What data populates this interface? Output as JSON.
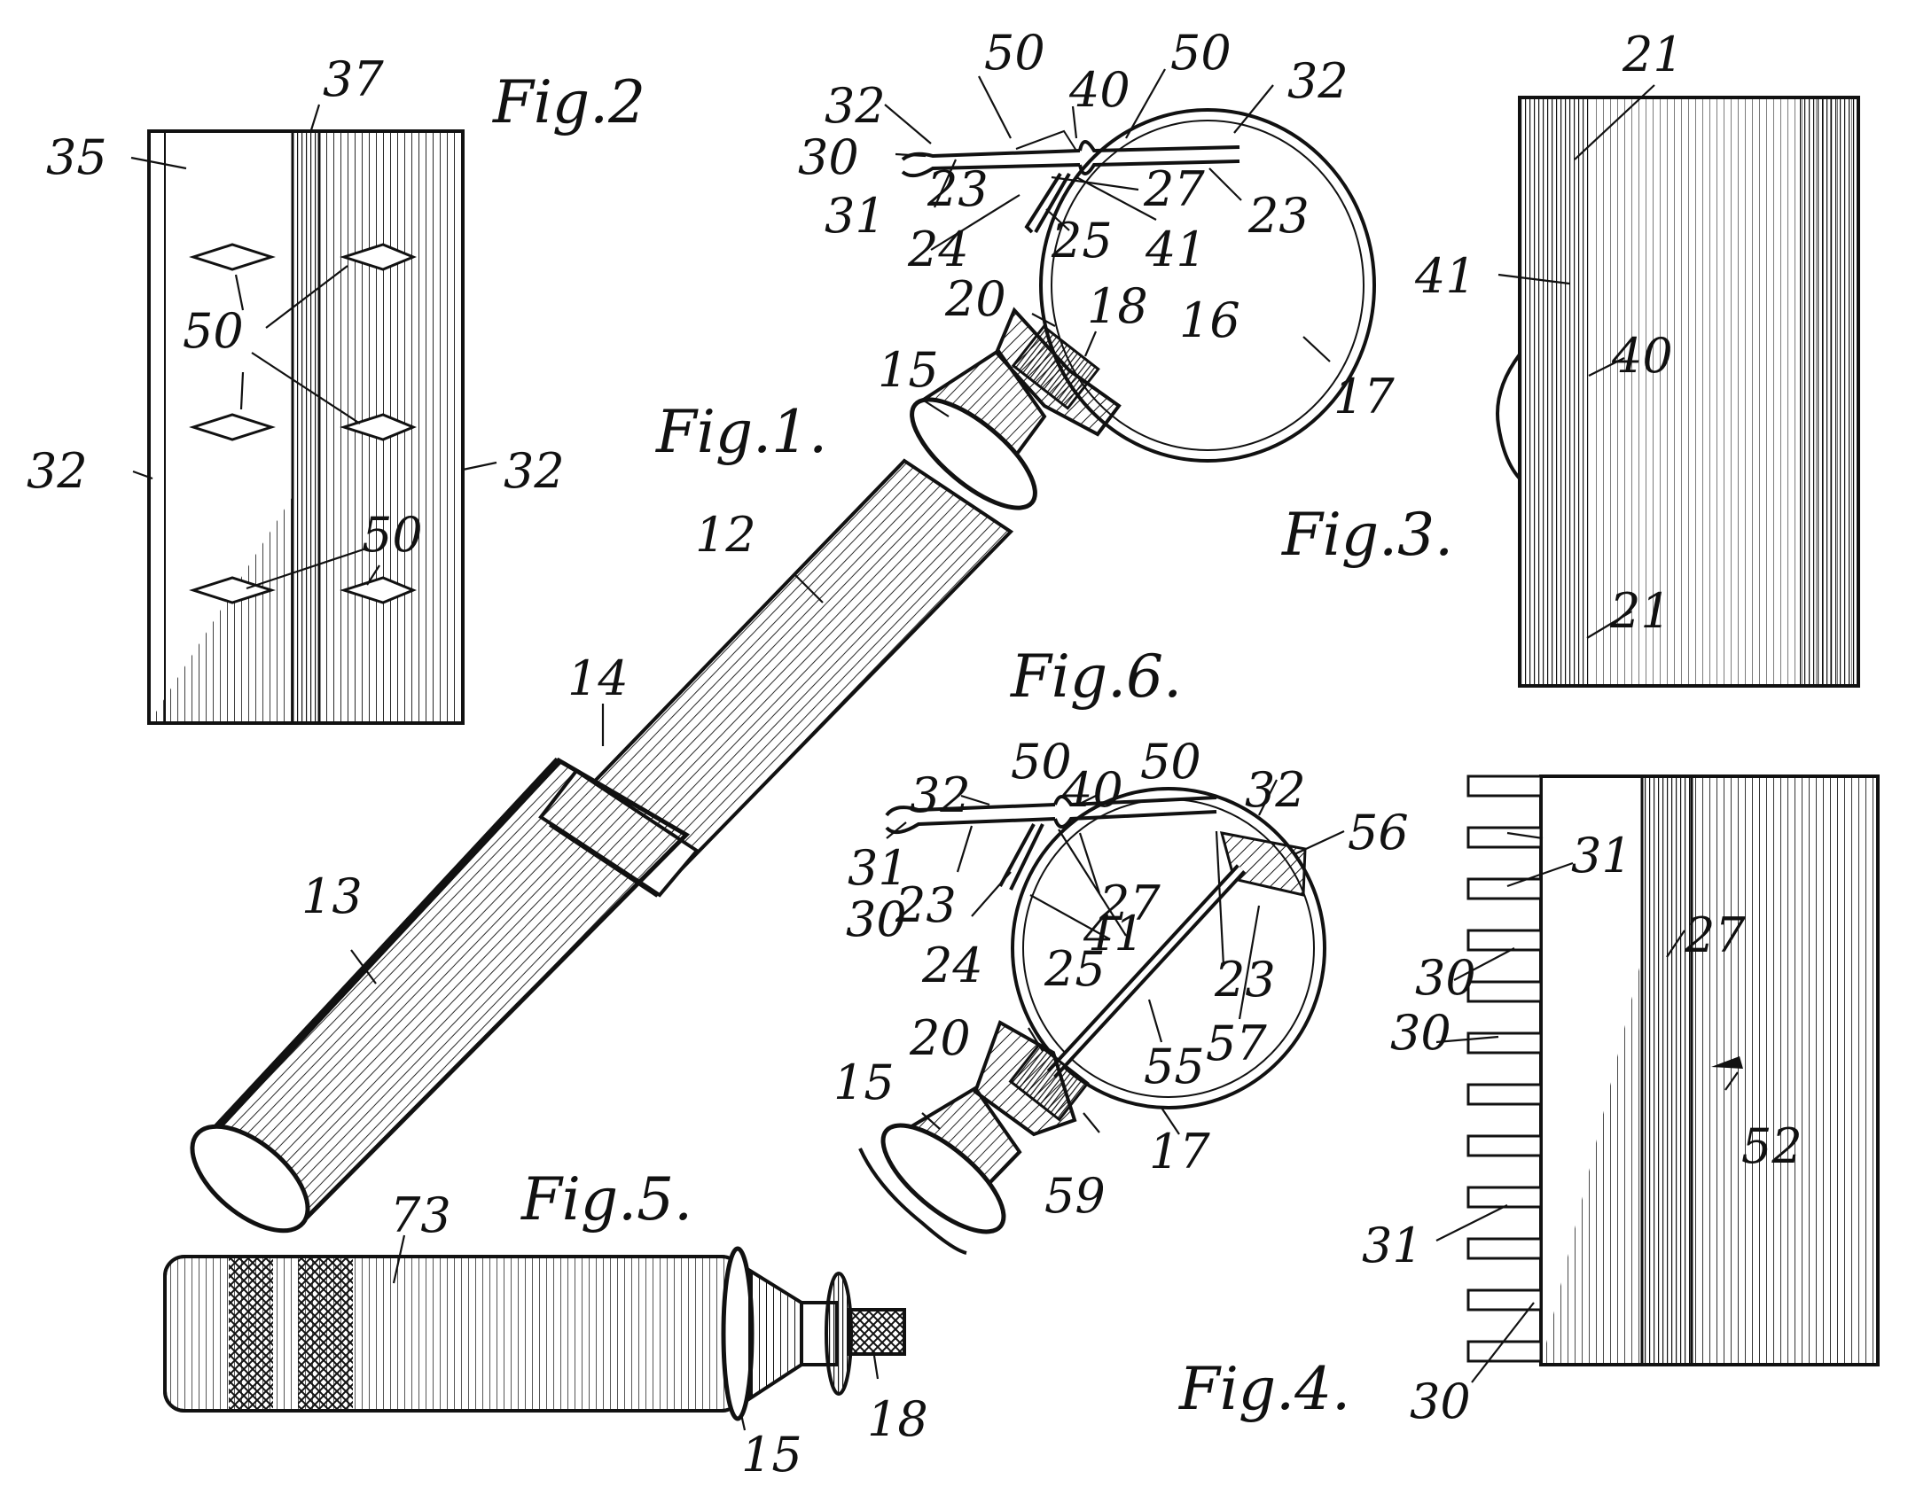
{
  "figures": {
    "fig1": "Fig.1.",
    "fig2": "Fig.2",
    "fig3": "Fig.3.",
    "fig4": "Fig.4.",
    "fig5": "Fig.5.",
    "fig6": "Fig.6."
  },
  "reference_numerals": {
    "fig1": [
      "32",
      "50",
      "40",
      "50",
      "32",
      "30",
      "23",
      "27",
      "23",
      "31",
      "24",
      "25",
      "41",
      "20",
      "18",
      "16",
      "15",
      "17",
      "12",
      "14",
      "13"
    ],
    "fig2": [
      "37",
      "35",
      "50",
      "50",
      "32",
      "32",
      "50"
    ],
    "fig3": [
      "21",
      "41",
      "40",
      "21"
    ],
    "fig4": [
      "31",
      "27",
      "30",
      "30",
      "52",
      "31",
      "30"
    ],
    "fig5": [
      "73",
      "18",
      "15"
    ],
    "fig6": [
      "50",
      "50",
      "32",
      "40",
      "32",
      "56",
      "31",
      "30",
      "23",
      "27",
      "24",
      "41",
      "25",
      "23",
      "20",
      "55",
      "57",
      "15",
      "59",
      "17"
    ]
  },
  "colors": {
    "ink": "#111111",
    "paper": "#ffffff"
  }
}
